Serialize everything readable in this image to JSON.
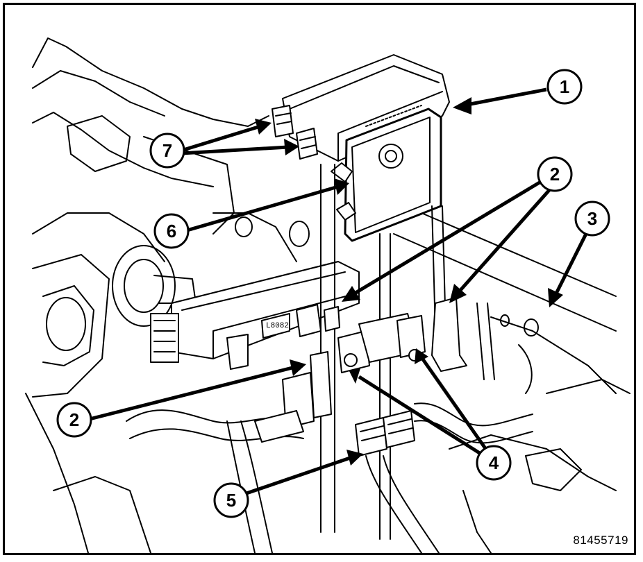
{
  "figure": {
    "id_number": "81455719",
    "chip_text": "L8082"
  },
  "callouts": [
    {
      "number": "1"
    },
    {
      "number": "2"
    },
    {
      "number": "3"
    },
    {
      "number": "6"
    },
    {
      "number": "7"
    },
    {
      "number": "2"
    },
    {
      "number": "4"
    },
    {
      "number": "5"
    }
  ],
  "colors": {
    "ink": "#000000",
    "paper": "#ffffff"
  }
}
